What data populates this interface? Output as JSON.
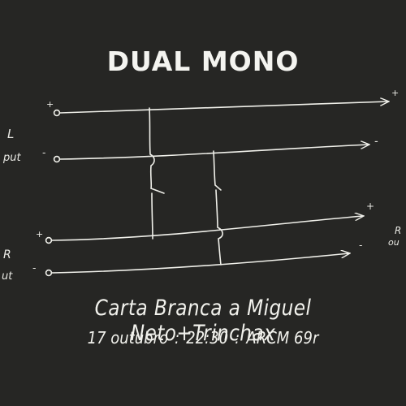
{
  "title": "DUAL MONO",
  "diagram": {
    "labels": {
      "left_plus": "+",
      "left_minus": "-",
      "left_group_letter": "L",
      "left_group_word": "put",
      "right_plus": "+",
      "right_minus": "-",
      "right_group_letter": "R",
      "right_group_word": "ut",
      "out_right_letter": "R",
      "out_right_word": "ou",
      "out_1": "+",
      "out_2": "-",
      "out_3": "+",
      "out_4": "-"
    },
    "stroke_color": "#f0f0ea",
    "background_color": "#262624"
  },
  "event": {
    "line1": "Carta Branca a Miguel Neto+Trinchax",
    "date": "17 outubro",
    "time": "22:30",
    "venue": "ARCM 69r",
    "separator": ":"
  }
}
